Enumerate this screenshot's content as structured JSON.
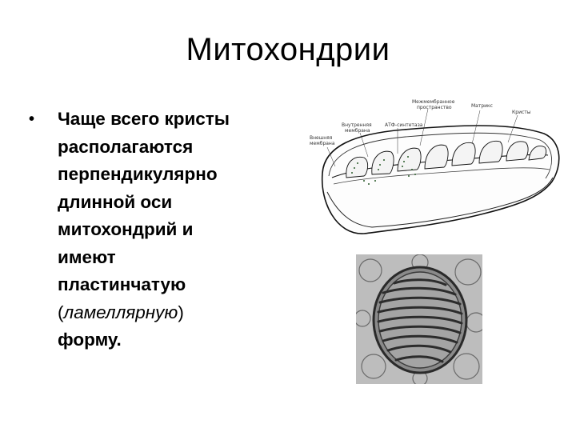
{
  "slide": {
    "title": "Митохондрии",
    "bullet_lines": [
      "Чаще всего кристы",
      "располагаются",
      "перпендикулярно",
      "длинной оси",
      "митохондрий и",
      "имеют",
      "пластинчатую",
      "(",
      "ламеллярную",
      ")",
      "форму."
    ]
  },
  "diagram_labels": {
    "intermembrane_1": "Межмембранное",
    "intermembrane_2": "пространство",
    "matrix": "Матрикс",
    "cristae": "Кристы",
    "inner_1": "Внутренняя",
    "inner_2": "мембрана",
    "atp": "АТФ-синтетаза",
    "outer_1": "Внешняя",
    "outer_2": "мембрана"
  }
}
